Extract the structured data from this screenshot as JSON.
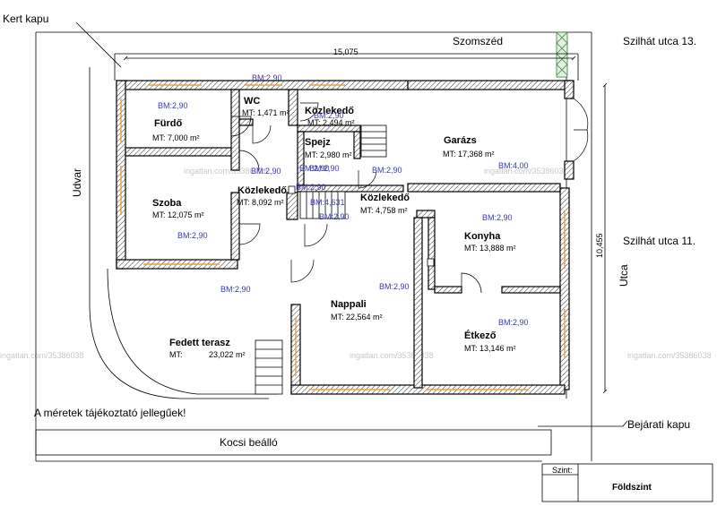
{
  "labels": {
    "kert_kapu": "Kert kapu",
    "szomszed": "Szomszéd",
    "szilhat_13": "Szilhát utca 13.",
    "szilhat_11": "Szilhát utca 11.",
    "udvar": "Udvar",
    "utca": "Utca",
    "dim_top": "15,075",
    "dim_right": "10,455",
    "note": "A méretek tájékoztató jellegűek!",
    "kocsi": "Kocsi beálló",
    "bejarati": "Bejárati kapu",
    "szint_label": "Szint:",
    "szint_value": "Földszint",
    "watermark": "ingatlan.com/35386038"
  },
  "rooms": [
    {
      "id": "furdo",
      "name": "Fürdő",
      "area": "MT: 7,000 m²",
      "bm": "BM:2,90"
    },
    {
      "id": "wc",
      "name": "WC",
      "area": "MT: 1,471 m²",
      "bm": "BM:2,90"
    },
    {
      "id": "kozl1",
      "name": "Közlekedő",
      "area": "MT: 2,494 m²",
      "bm": "BM:2,90"
    },
    {
      "id": "spejz",
      "name": "Spejz",
      "area": "MT: 2,980 m²",
      "bm": "BM:2,90"
    },
    {
      "id": "garazs",
      "name": "Garázs",
      "area": "MT: 17,368 m²",
      "bm": "BM:4,00"
    },
    {
      "id": "kozl2",
      "name": "Közlekedő",
      "area": "MT: 8,092 m²",
      "bm": "BM:2,90"
    },
    {
      "id": "kozl3",
      "name": "Közlekedő",
      "area": "MT: 4,758 m²",
      "bm": "BM:2,90"
    },
    {
      "id": "szoba",
      "name": "Szoba",
      "area": "MT: 12,075 m²",
      "bm": "BM:2,90"
    },
    {
      "id": "konyha",
      "name": "Konyha",
      "area": "MT: 13,888 m²",
      "bm": "BM:2,90"
    },
    {
      "id": "nappali",
      "name": "Nappali",
      "area": "MT: 22,564 m²",
      "bm": "BM:2,90"
    },
    {
      "id": "etkezo",
      "name": "Étkező",
      "area": "MT: 13,146 m²",
      "bm": "BM:2,90"
    },
    {
      "id": "terasz",
      "name": "Fedett terasz",
      "area_prefix": "MT:",
      "area": "23,022 m²",
      "bm": "BM:2,90"
    }
  ],
  "extra_bm": [
    "BM:2,90",
    "BM:2,90",
    "BM:4,631",
    "BM:2,90"
  ]
}
